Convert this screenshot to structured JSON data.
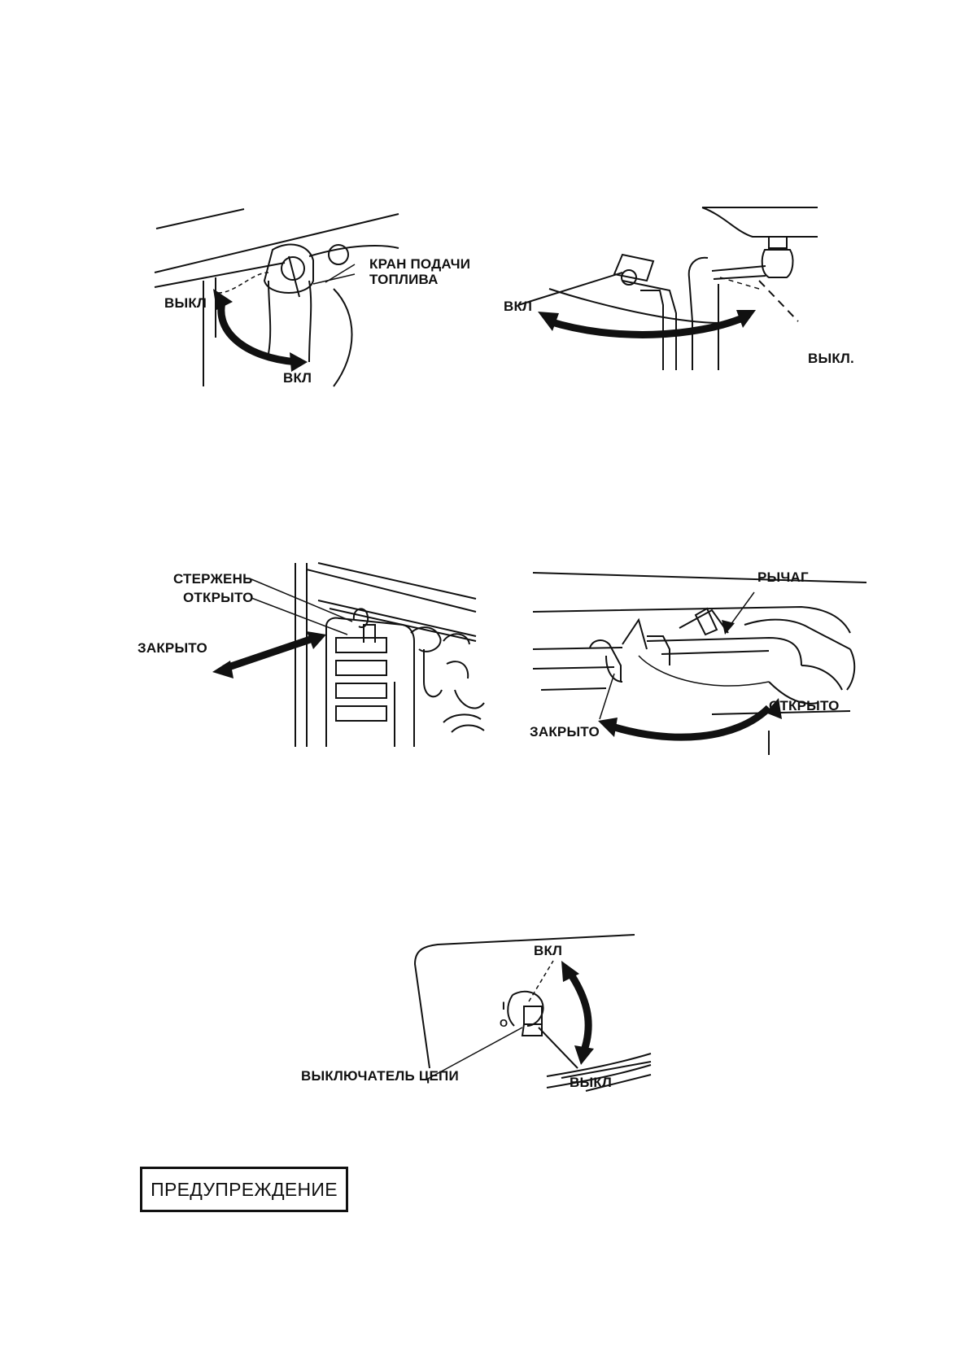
{
  "figures": {
    "fuel_valve_left": {
      "label_valve": "КРАН ПОДАЧИ ТОПЛИВА",
      "label_off": "ВЫКЛ",
      "label_on": "ВКЛ"
    },
    "fuel_valve_right": {
      "label_on": "ВКЛ",
      "label_off": "ВЫКЛ."
    },
    "choke_left": {
      "label_rod": "СТЕРЖЕНЬ",
      "label_open": "ОТКРЫТО",
      "label_closed": "ЗАКРЫТО"
    },
    "choke_right": {
      "label_lever": "РЫЧАГ",
      "label_open": "ОТКРЫТО",
      "label_closed": "ЗАКРЫТО"
    },
    "circuit_breaker": {
      "label_on": "ВКЛ",
      "label_off": "ВЫКЛ",
      "label_breaker": "ВЫКЛЮЧАТЕЛЬ ЦЕПИ",
      "mark_on": "I",
      "mark_off": "O"
    }
  },
  "warning": {
    "label": "ПРЕДУПРЕЖДЕНИЕ"
  }
}
